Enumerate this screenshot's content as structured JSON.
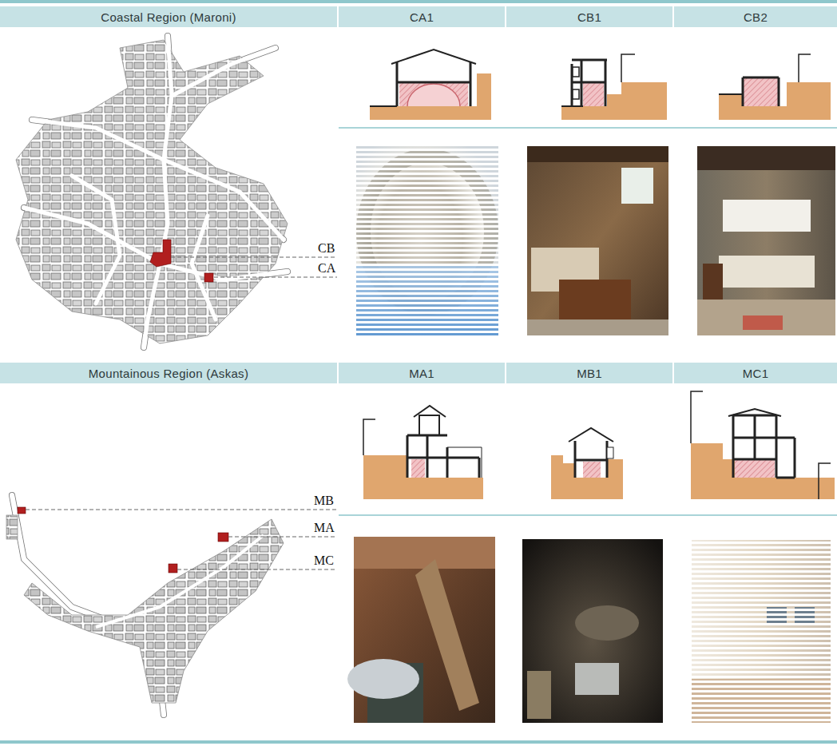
{
  "diagram": {
    "nodes": [
      {
        "text": [
          "Coastal Region (Maroni)"
        ]
      },
      {
        "text": [
          "CA1"
        ]
      },
      {
        "text": [
          "CB1"
        ]
      },
      {
        "text": [
          "CB2"
        ]
      },
      {
        "text": [
          "Mountainous Region (Askas)"
        ]
      },
      {
        "text": [
          "MA1"
        ]
      },
      {
        "text": [
          "MB1"
        ]
      },
      {
        "text": [
          "MC1"
        ]
      }
    ],
    "labels": [
      "CB",
      "CA",
      "MB",
      "MA",
      "MC"
    ]
  }
}
